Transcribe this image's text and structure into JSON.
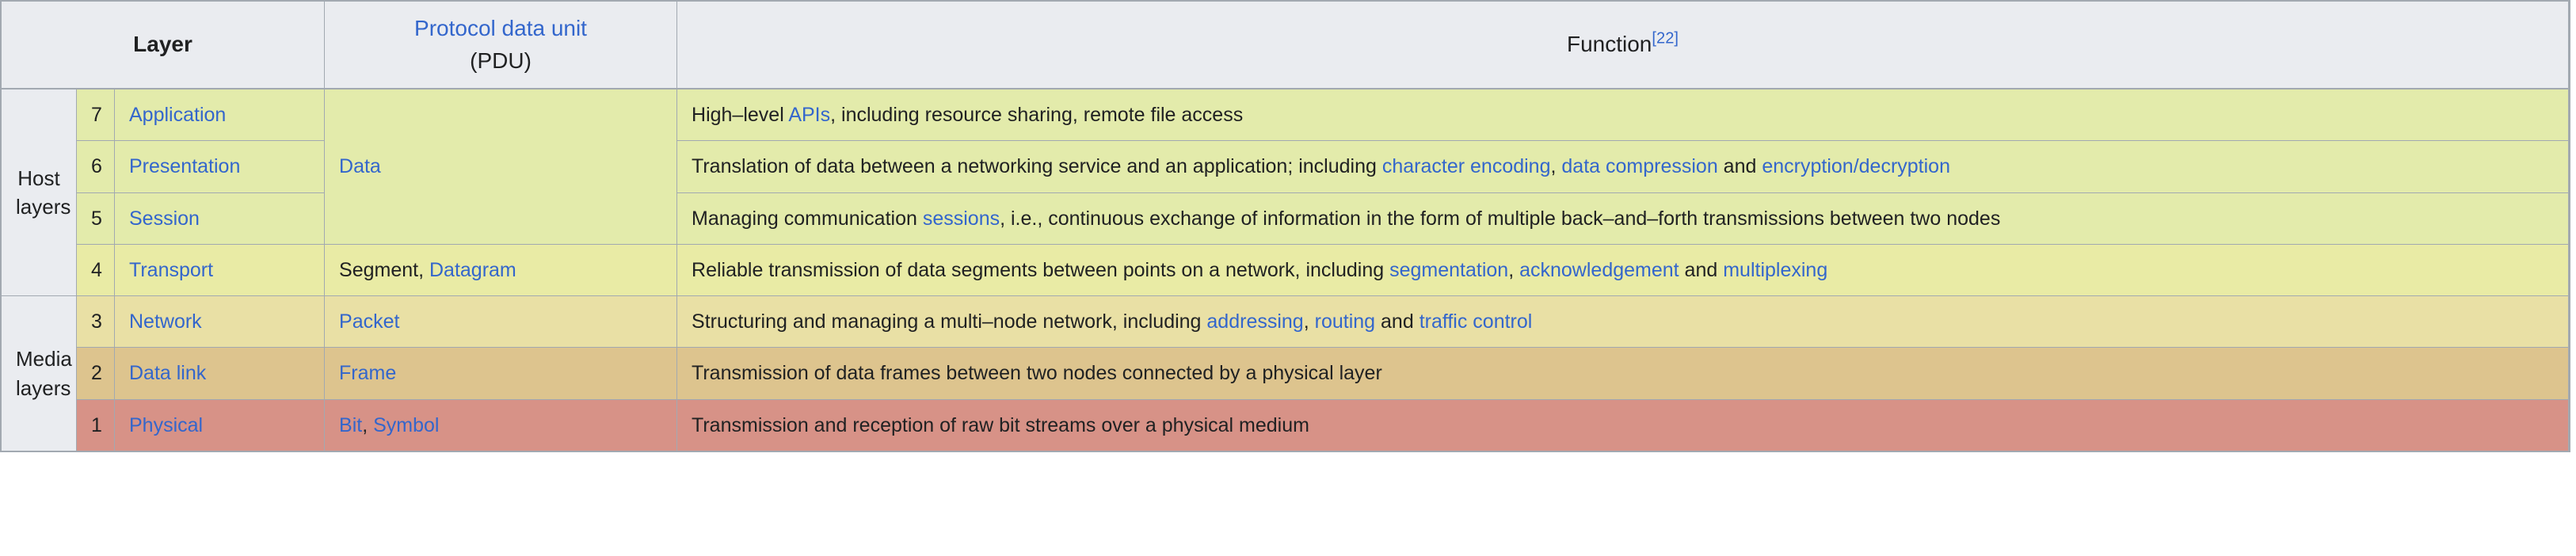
{
  "table": {
    "headers": {
      "layer": "Layer",
      "pdu_line1": "Protocol data unit",
      "pdu_line2": "(PDU)",
      "function": "Function",
      "function_ref": "[22]"
    },
    "groups": {
      "host": {
        "line1": "Host",
        "line2": "layers"
      },
      "media": {
        "line1": "Media",
        "line2": "layers"
      }
    },
    "rows": [
      {
        "number": "7",
        "name": "Application",
        "pdu": "Data",
        "function_parts": [
          {
            "text": "High–level ",
            "link": false
          },
          {
            "text": "APIs",
            "link": true
          },
          {
            "text": ", including resource sharing, remote file access",
            "link": false
          }
        ],
        "tint": "t-green"
      },
      {
        "number": "6",
        "name": "Presentation",
        "pdu": "",
        "function_parts": [
          {
            "text": "Translation of data between a networking service and an application; including ",
            "link": false
          },
          {
            "text": "character encoding",
            "link": true
          },
          {
            "text": ", ",
            "link": false
          },
          {
            "text": "data compression",
            "link": true
          },
          {
            "text": " and ",
            "link": false
          },
          {
            "text": "encryption/decryption",
            "link": true
          }
        ],
        "tint": "t-green"
      },
      {
        "number": "5",
        "name": "Session",
        "pdu": "",
        "function_parts": [
          {
            "text": "Managing communication ",
            "link": false
          },
          {
            "text": "sessions",
            "link": true
          },
          {
            "text": ", i.e., continuous exchange of information in the form of multiple back–and–forth transmissions between two nodes",
            "link": false
          }
        ],
        "tint": "t-green"
      },
      {
        "number": "4",
        "name": "Transport",
        "pdu_parts": [
          {
            "text": "Segment",
            "link": false
          },
          {
            "text": ", ",
            "link": false
          },
          {
            "text": "Datagram",
            "link": true
          }
        ],
        "function_parts": [
          {
            "text": "Reliable transmission of data segments between points on a network, including ",
            "link": false
          },
          {
            "text": "segmentation",
            "link": true
          },
          {
            "text": ", ",
            "link": false
          },
          {
            "text": "acknowledgement",
            "link": true
          },
          {
            "text": " and ",
            "link": false
          },
          {
            "text": "multiplexing",
            "link": true
          }
        ],
        "tint": "t-green2"
      },
      {
        "number": "3",
        "name": "Network",
        "pdu_parts": [
          {
            "text": "Packet",
            "link": true
          }
        ],
        "function_parts": [
          {
            "text": "Structuring and managing a multi–node network, including ",
            "link": false
          },
          {
            "text": "addressing",
            "link": true
          },
          {
            "text": ", ",
            "link": false
          },
          {
            "text": "routing",
            "link": true
          },
          {
            "text": " and ",
            "link": false
          },
          {
            "text": "traffic control",
            "link": true
          }
        ],
        "tint": "t-yellow"
      },
      {
        "number": "2",
        "name": "Data link",
        "pdu_parts": [
          {
            "text": "Frame",
            "link": true
          }
        ],
        "function_parts": [
          {
            "text": "Transmission of data frames between two nodes connected by a physical layer",
            "link": false
          }
        ],
        "tint": "t-tan"
      },
      {
        "number": "1",
        "name": "Physical",
        "pdu_parts": [
          {
            "text": "Bit",
            "link": true
          },
          {
            "text": ", ",
            "link": false
          },
          {
            "text": "Symbol",
            "link": true
          }
        ],
        "function_parts": [
          {
            "text": "Transmission and reception of raw bit streams over a physical medium",
            "link": false
          }
        ],
        "tint": "t-red"
      }
    ],
    "merged_pdu_data": {
      "text": "Data",
      "link": true,
      "tint": "t-green"
    },
    "colors": {
      "link": "#3366cc",
      "header_bg": "#eaecf0",
      "border": "#a2a9b1",
      "tint_green": "#e3ebab",
      "tint_green2": "#e9eba5",
      "tint_yellow": "#e9e0a5",
      "tint_tan": "#ddc48e",
      "tint_red": "#d79287",
      "text": "#202122"
    }
  }
}
